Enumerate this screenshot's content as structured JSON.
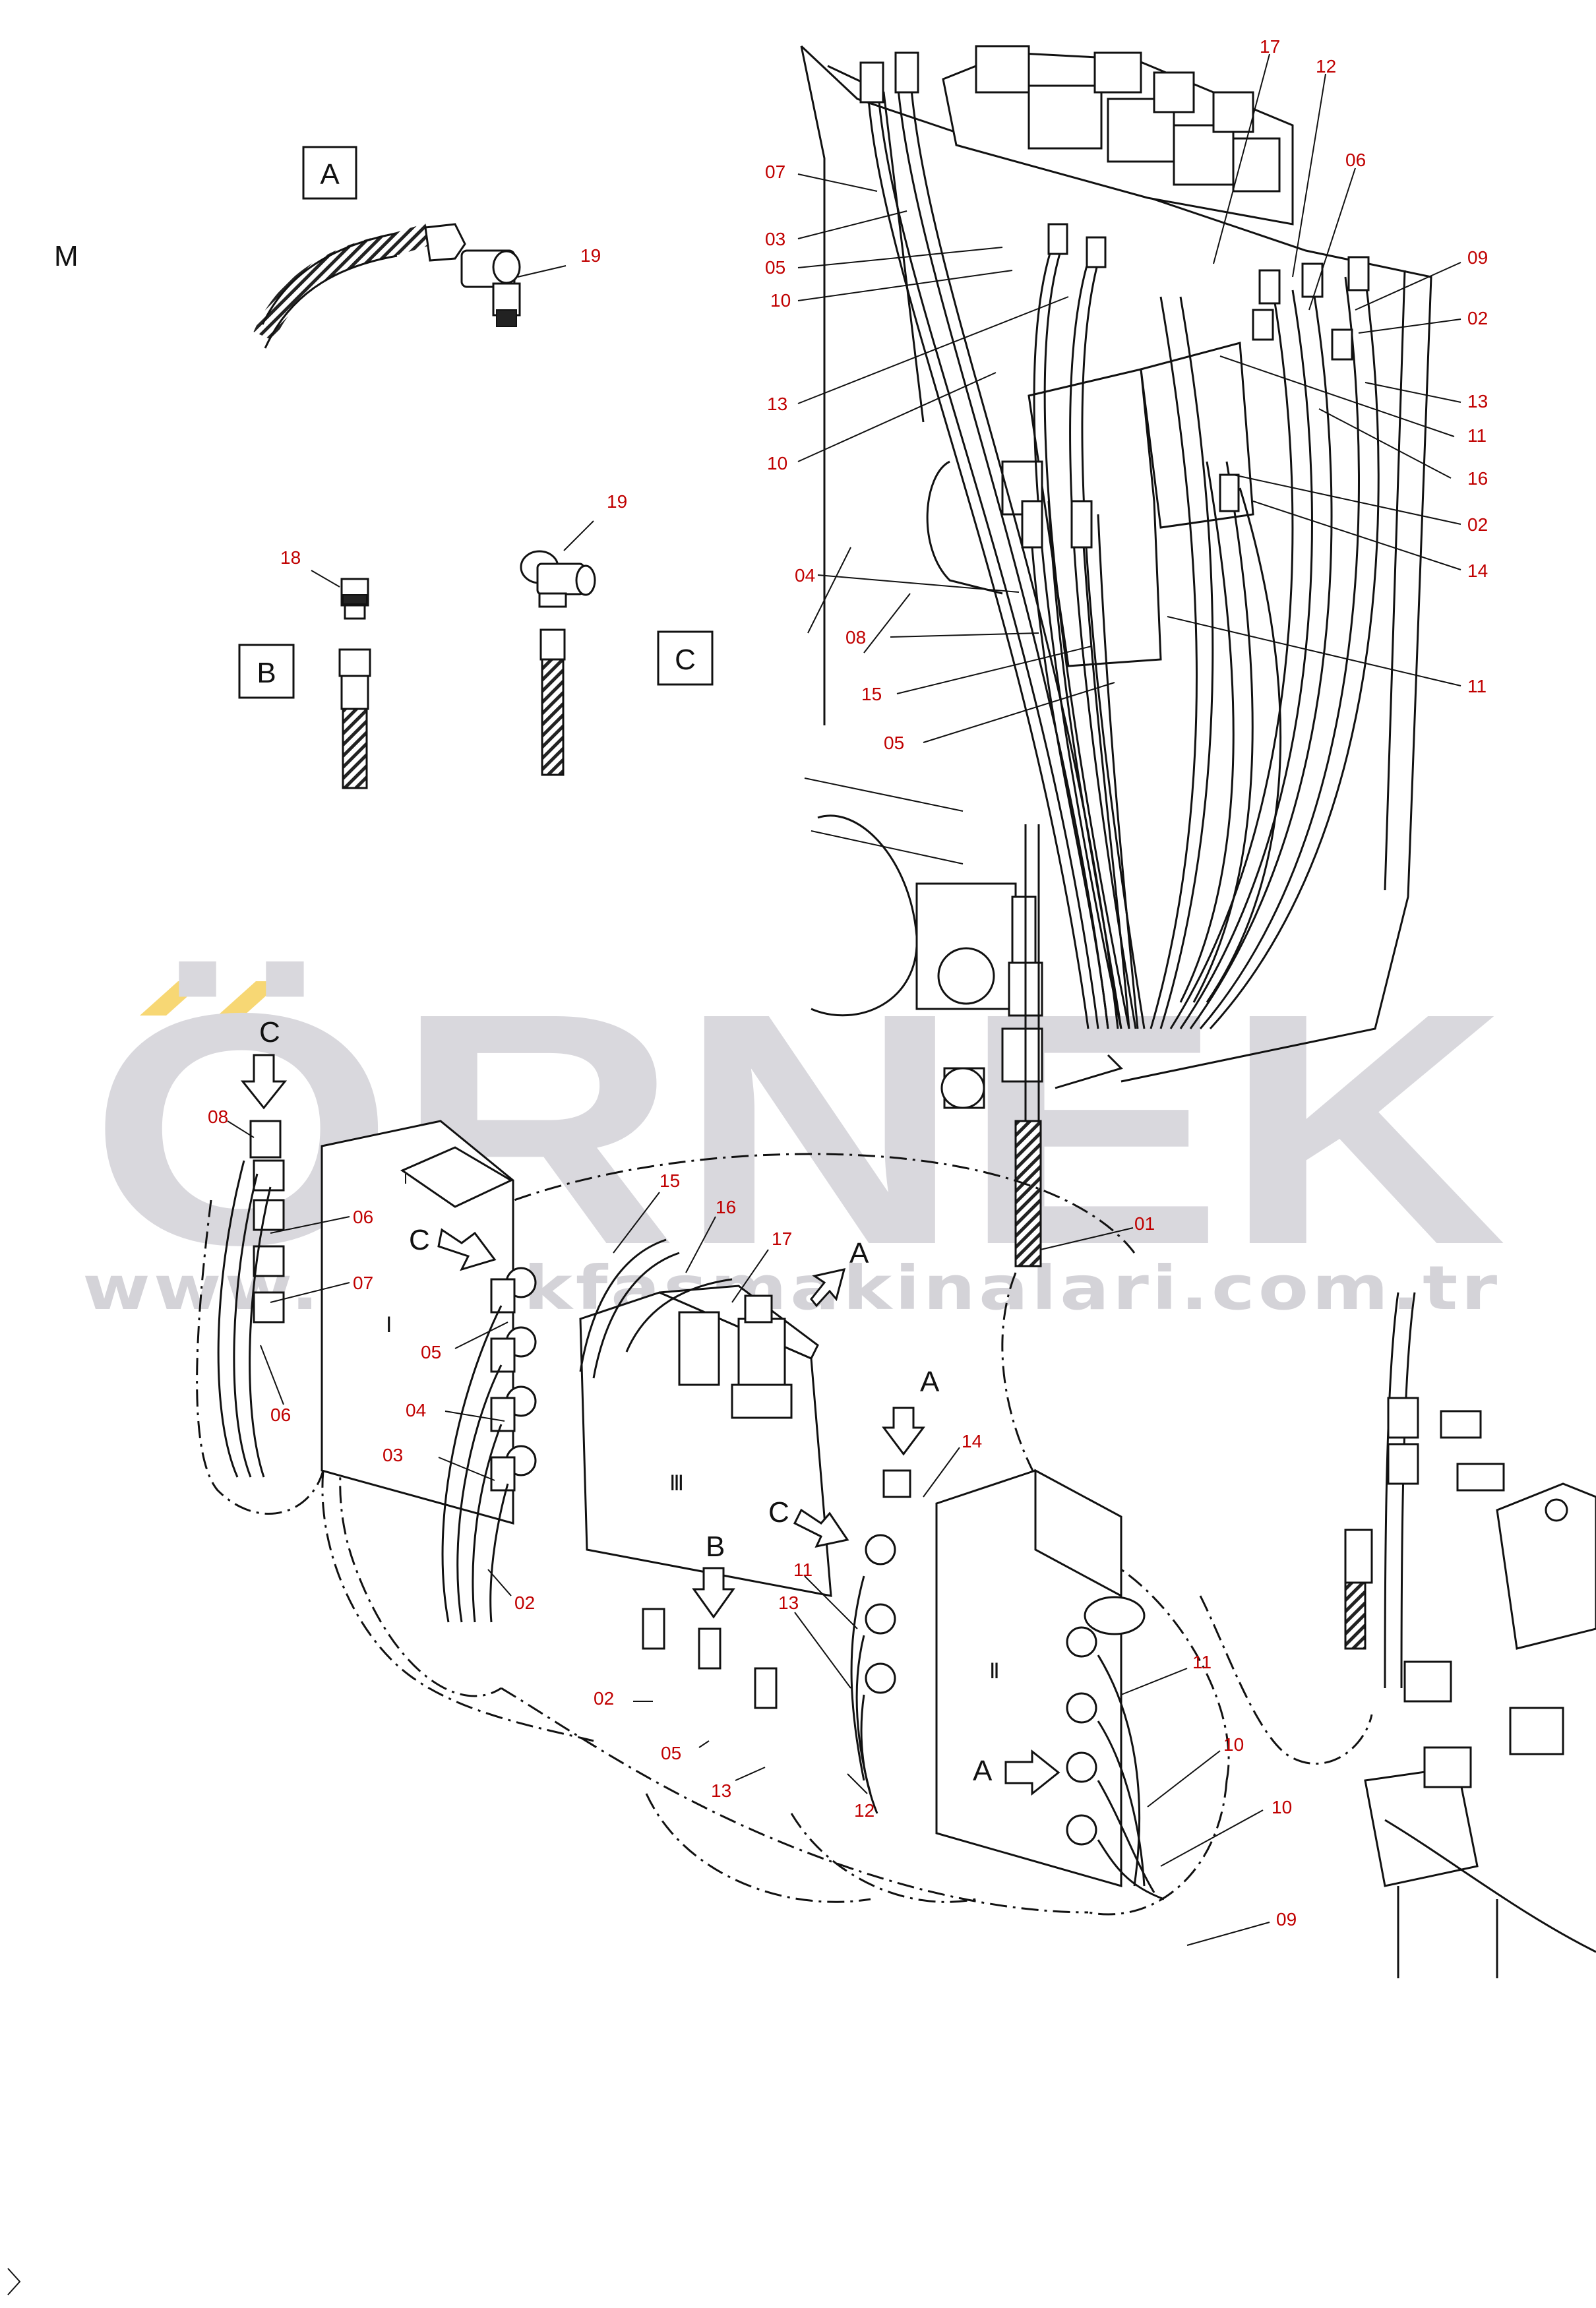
{
  "page_marker": "M",
  "detail_labels": {
    "a": "A",
    "b": "B",
    "c": "C"
  },
  "watermark": {
    "brand": "ÖRNEK",
    "url": "www.ornekfasmakinalari.com.tr",
    "accent_color": "#f7d774",
    "color": "#d9d8dd"
  },
  "section_labels": {
    "block1": "Ⅰ",
    "block2": "Ⅱ",
    "block3": "Ⅲ"
  },
  "view_arrows": {
    "a": "A",
    "b": "B",
    "c": "C"
  },
  "detail_callouts": {
    "a": [
      "19"
    ],
    "b": [
      "18"
    ],
    "c": [
      "19"
    ]
  },
  "upper_callouts": {
    "left": [
      "07",
      "03",
      "05",
      "10",
      "13",
      "10",
      "04",
      "08",
      "15",
      "05"
    ],
    "top": [
      "17",
      "12",
      "06"
    ],
    "right": [
      "09",
      "02",
      "13",
      "11",
      "16",
      "02",
      "14",
      "11"
    ]
  },
  "lower_callouts": {
    "c_cluster": [
      "08",
      "06",
      "07",
      "06"
    ],
    "block1": [
      "05",
      "04",
      "03",
      "02"
    ],
    "top_hoses": [
      "15",
      "16",
      "17"
    ],
    "main_line": "01",
    "block3": [
      "14",
      "11",
      "13",
      "02",
      "05",
      "13",
      "12"
    ],
    "block2": [
      "11",
      "10",
      "10",
      "09"
    ]
  }
}
